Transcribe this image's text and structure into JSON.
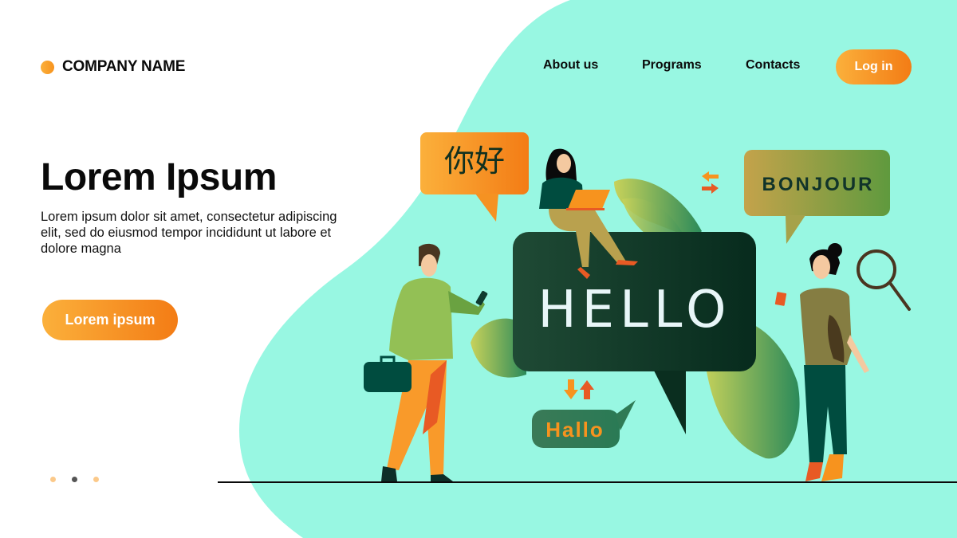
{
  "brand": {
    "name": "COMPANY NAME",
    "logo_icon": "orange-circle-icon",
    "logo_color": "#f7931e"
  },
  "nav": {
    "items": [
      {
        "label": "About us"
      },
      {
        "label": "Programs"
      },
      {
        "label": "Contacts"
      }
    ],
    "login_label": "Log in"
  },
  "hero": {
    "title": "Lorem Ipsum",
    "body": "Lorem ipsum dolor sit amet, consectetur adipiscing elit, sed do eiusmod tempor incididunt ut labore et dolore magna",
    "cta_label": "Lorem ipsum"
  },
  "carousel": {
    "dots": 3,
    "active_index": 1
  },
  "illustration": {
    "bubbles": {
      "chinese": "你好",
      "french": "BONJOUR",
      "english": "HELLO",
      "german": "Hallo"
    },
    "icons": [
      "swap-arrows-icon",
      "up-down-arrows-icon",
      "magnifier-icon",
      "monstera-leaf-icon"
    ]
  },
  "colors": {
    "accent_orange": "#f7931e",
    "orange_light": "#fbb03b",
    "mint_background": "#98f7e2",
    "dark_green": "#0f3b27",
    "text_dark": "#0a0a0a"
  }
}
